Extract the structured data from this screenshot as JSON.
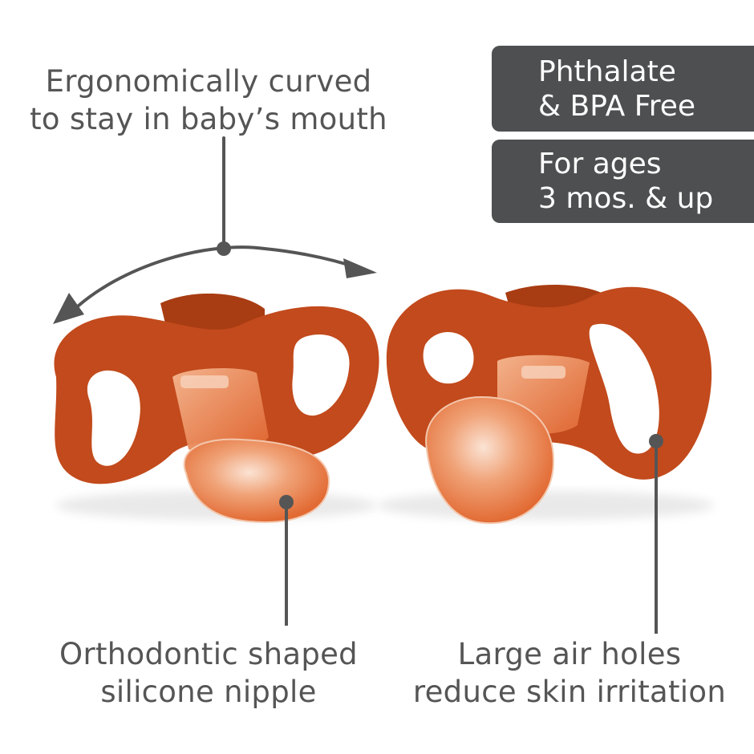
{
  "captions": {
    "top": {
      "line1": "Ergonomically curved",
      "line2": "to stay in baby’s mouth"
    },
    "bottom_left": {
      "line1": "Orthodontic shaped",
      "line2": "silicone nipple"
    },
    "bottom_right": {
      "line1": "Large air holes",
      "line2": "reduce skin irritation"
    }
  },
  "badges": [
    {
      "line1": "Phthalate",
      "line2": "& BPA Free"
    },
    {
      "line1": "For ages",
      "line2": "3 mos. & up"
    }
  ],
  "colors": {
    "shield": "#c24a1c",
    "shield_dark": "#a83c12",
    "nipple": "#e8834f",
    "callout": "#555555",
    "badge_bg": "#4d4f50"
  }
}
